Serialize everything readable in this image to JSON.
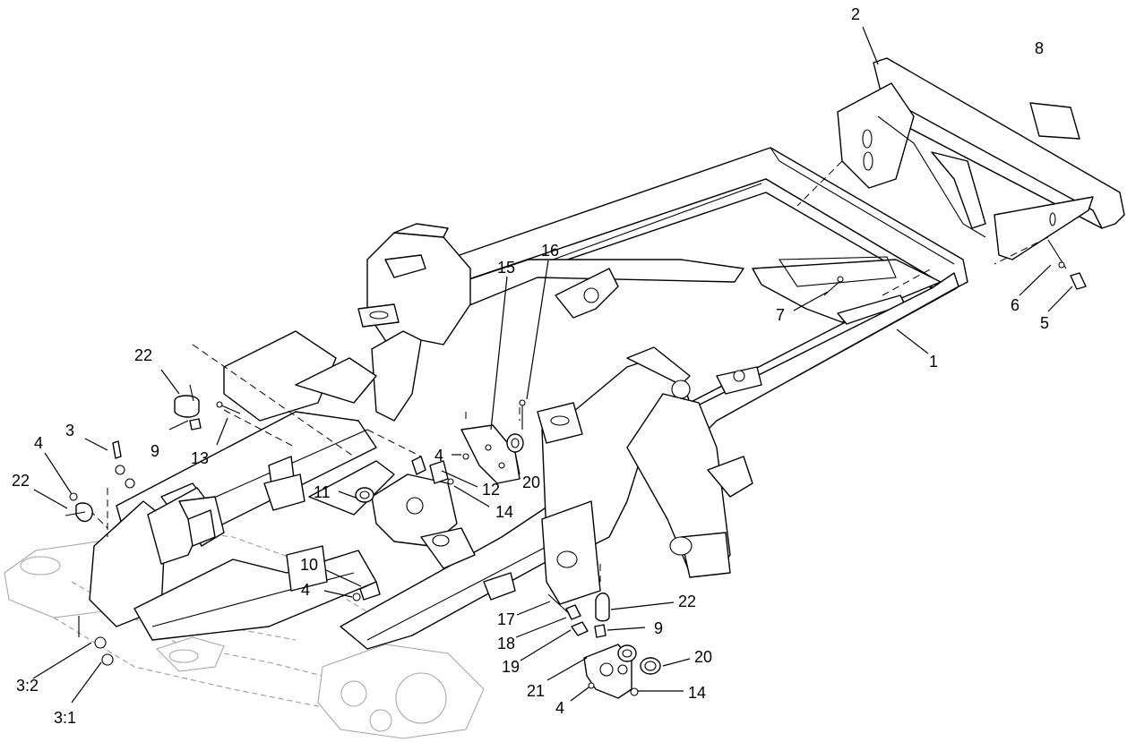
{
  "diagram": {
    "callouts": [
      "1",
      "2",
      "3",
      "3:1",
      "3:2",
      "4",
      "4",
      "4",
      "4",
      "5",
      "6",
      "7",
      "8",
      "9",
      "9",
      "10",
      "11",
      "12",
      "13",
      "14",
      "14",
      "15",
      "16",
      "17",
      "18",
      "19",
      "20",
      "20",
      "21",
      "22",
      "22",
      "22"
    ]
  }
}
